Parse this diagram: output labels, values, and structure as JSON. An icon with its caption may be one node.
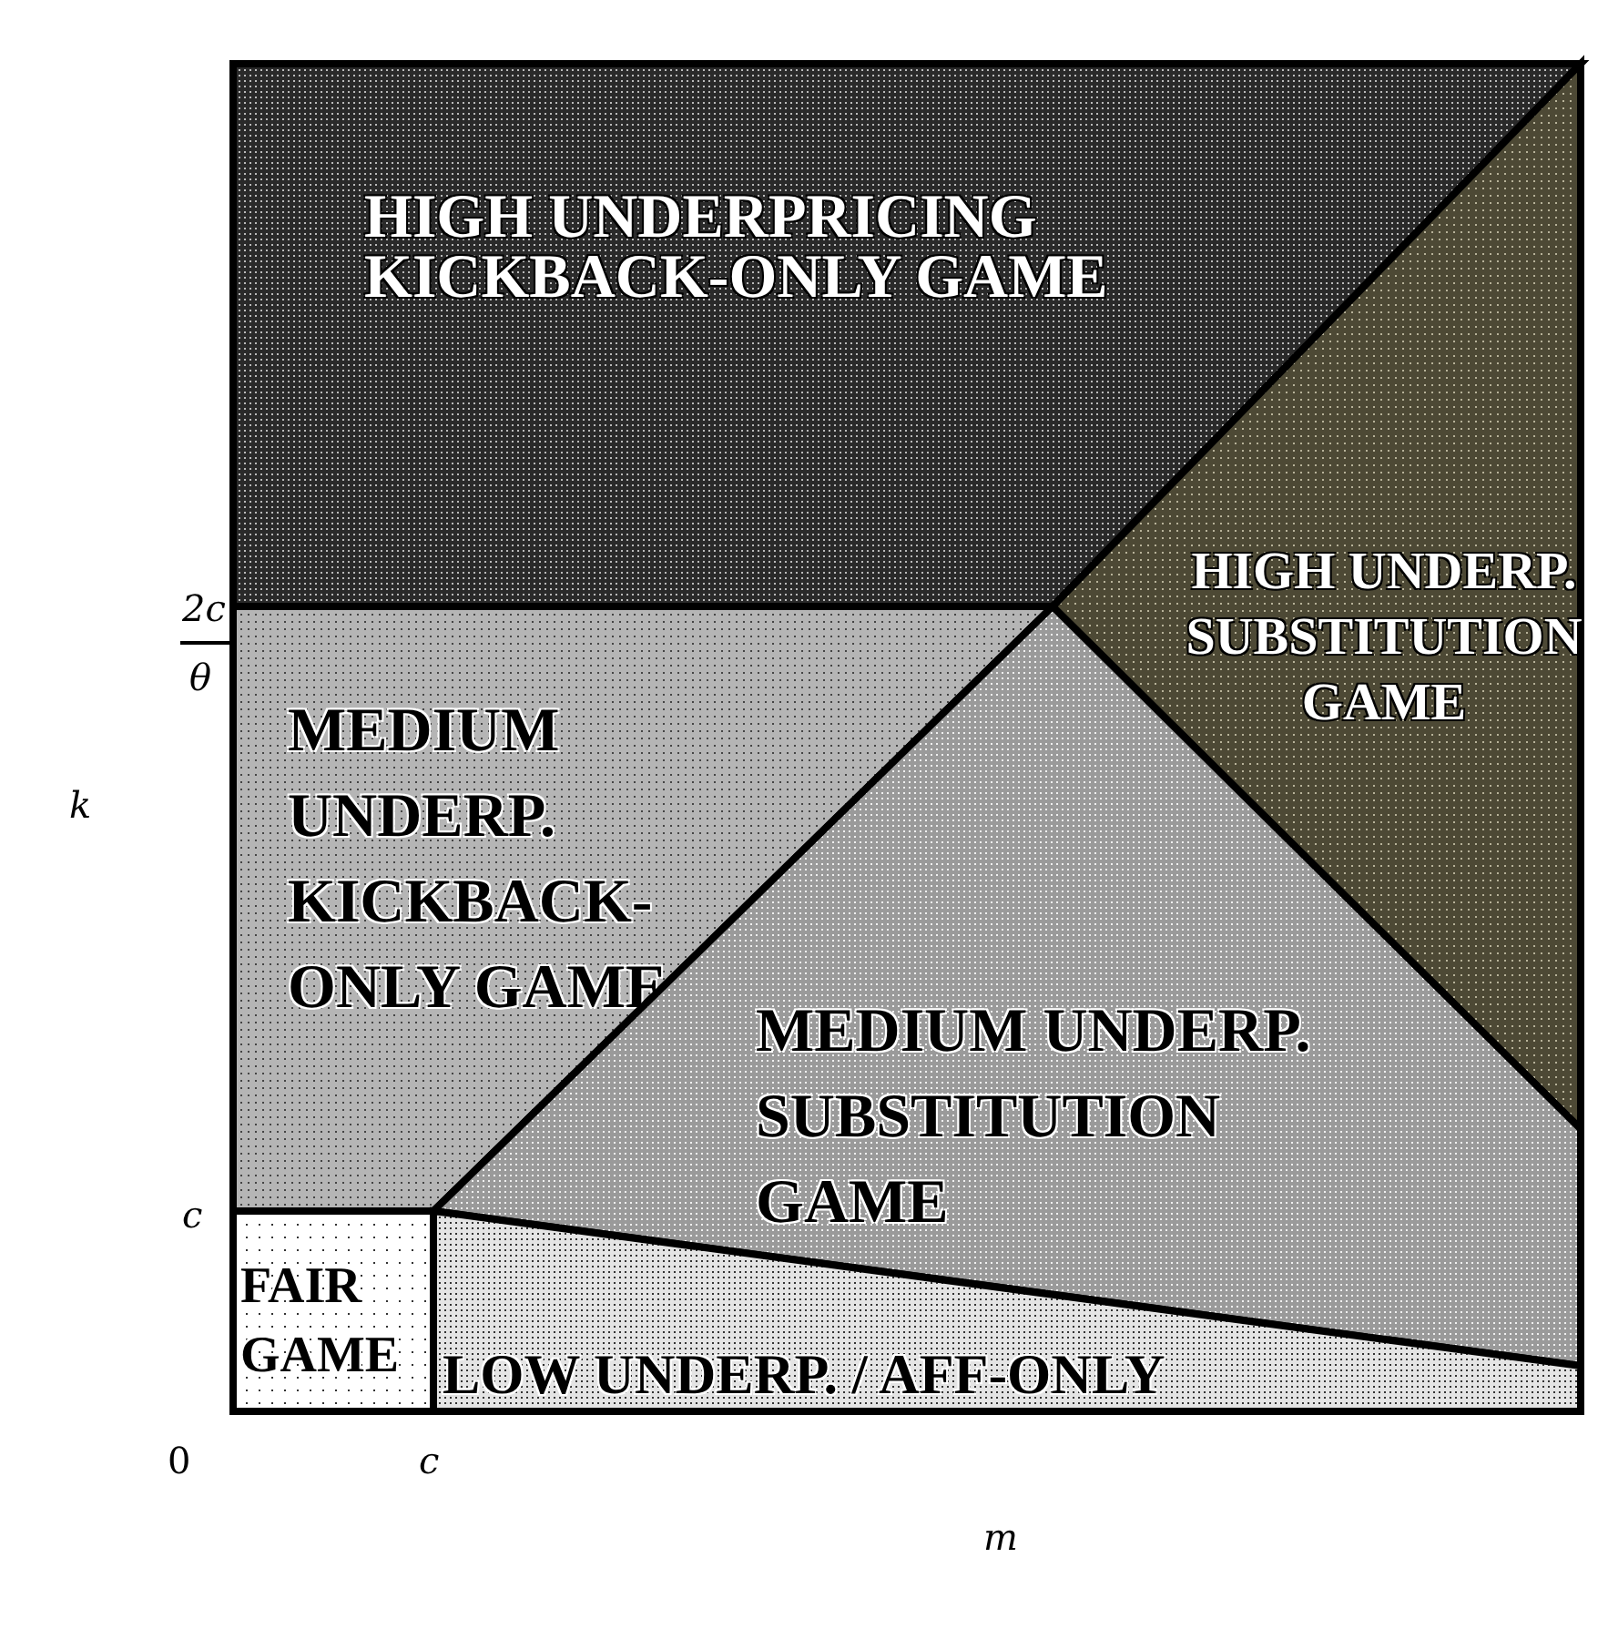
{
  "diagram": {
    "nodes": [
      {
        "text": [
          "HIGH UNDERPRICING KICKBACK-ONLY GAME"
        ]
      },
      {
        "text": [
          "HIGH UNDERP. SUBSTITUTION GAME"
        ]
      },
      {
        "text": [
          "MEDIUM UNDERP. KICKBACK-ONLY GAME"
        ]
      },
      {
        "text": [
          "MEDIUM UNDERP. SUBSTITUTION GAME"
        ]
      },
      {
        "text": [
          "FAIR GAME"
        ]
      },
      {
        "text": [
          "LOW UNDERP. / AFF-ONLY"
        ]
      }
    ],
    "labels": [
      "2c",
      "θ",
      "k",
      "c",
      "0",
      "c",
      "m"
    ]
  }
}
